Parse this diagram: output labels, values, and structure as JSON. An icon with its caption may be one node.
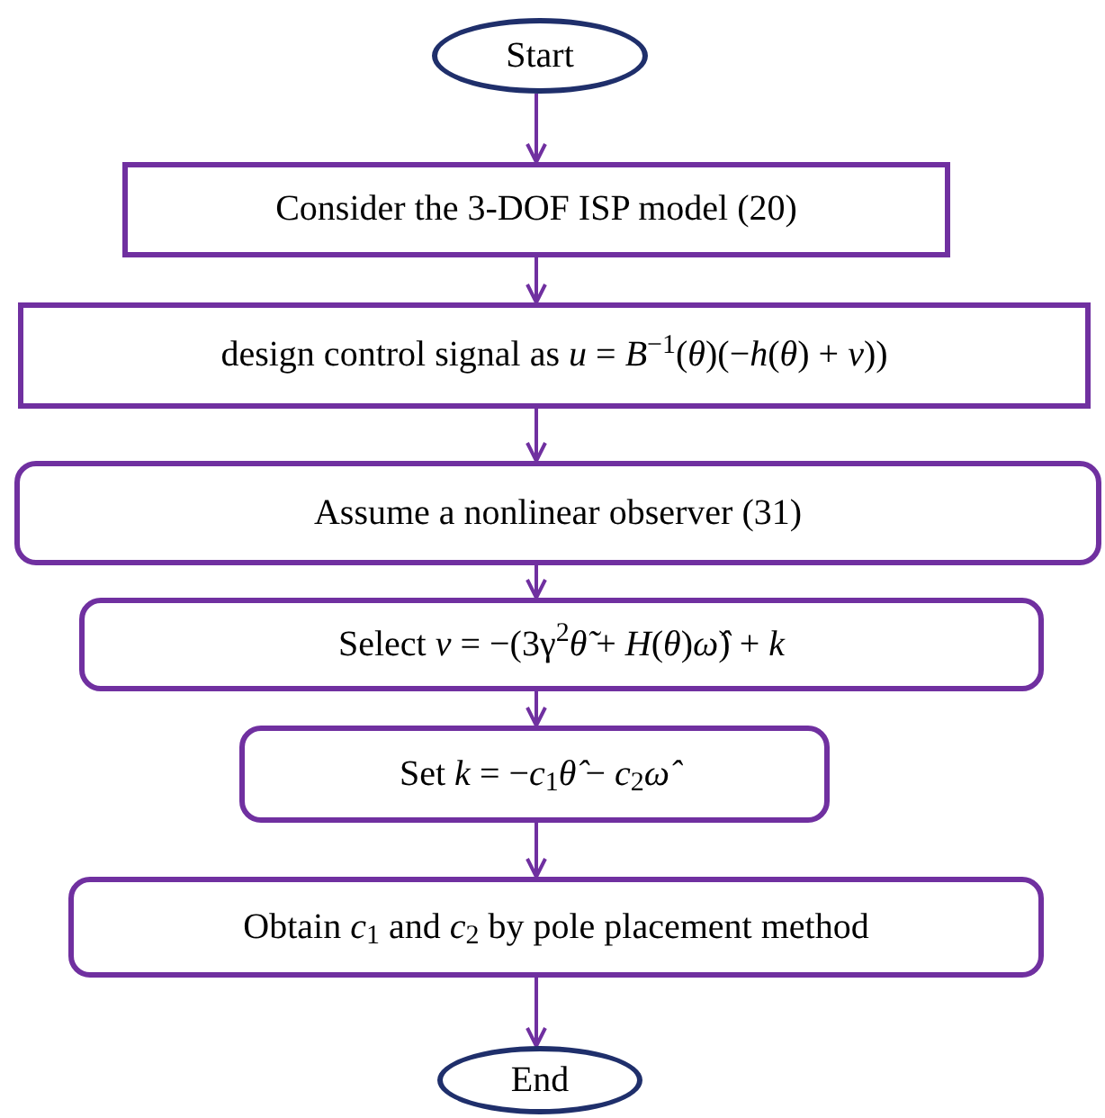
{
  "diagram": {
    "nodes": [
      {
        "text": [
          "Start"
        ]
      },
      {
        "text": [
          "Consider the 3-DOF ISP model (20)"
        ]
      },
      {
        "text": [
          "design control signal as *u* = *B*$^{−1}$(*θ*)(−*h*(*θ*) + *v*))"
        ]
      },
      {
        "text": [
          "Assume a nonlinear observer (31)"
        ]
      },
      {
        "text": [
          "Select *v* = −(3γ$^{2}$*θ̃* + *H*(*θ*)*ω̂*) + *k*"
        ]
      },
      {
        "text": [
          "Set *k* = −*c*$_{1}$*θ̂* − *c*$_{2}$*ω̂*"
        ]
      },
      {
        "text": [
          "Obtain *c*$_{1}$ and *c*$_{2}$ by pole placement method"
        ]
      },
      {
        "text": [
          "End"
        ]
      }
    ],
    "edges": [
      {
        "from": 0,
        "to": 1,
        "arrow": "to"
      },
      {
        "from": 1,
        "to": 2,
        "arrow": "to"
      },
      {
        "from": 2,
        "to": 3,
        "arrow": "to"
      },
      {
        "from": 3,
        "to": 4,
        "arrow": "to"
      },
      {
        "from": 4,
        "to": 5,
        "arrow": "to"
      },
      {
        "from": 5,
        "to": 6,
        "arrow": "to"
      },
      {
        "from": 6,
        "to": 7,
        "arrow": "to"
      }
    ]
  }
}
